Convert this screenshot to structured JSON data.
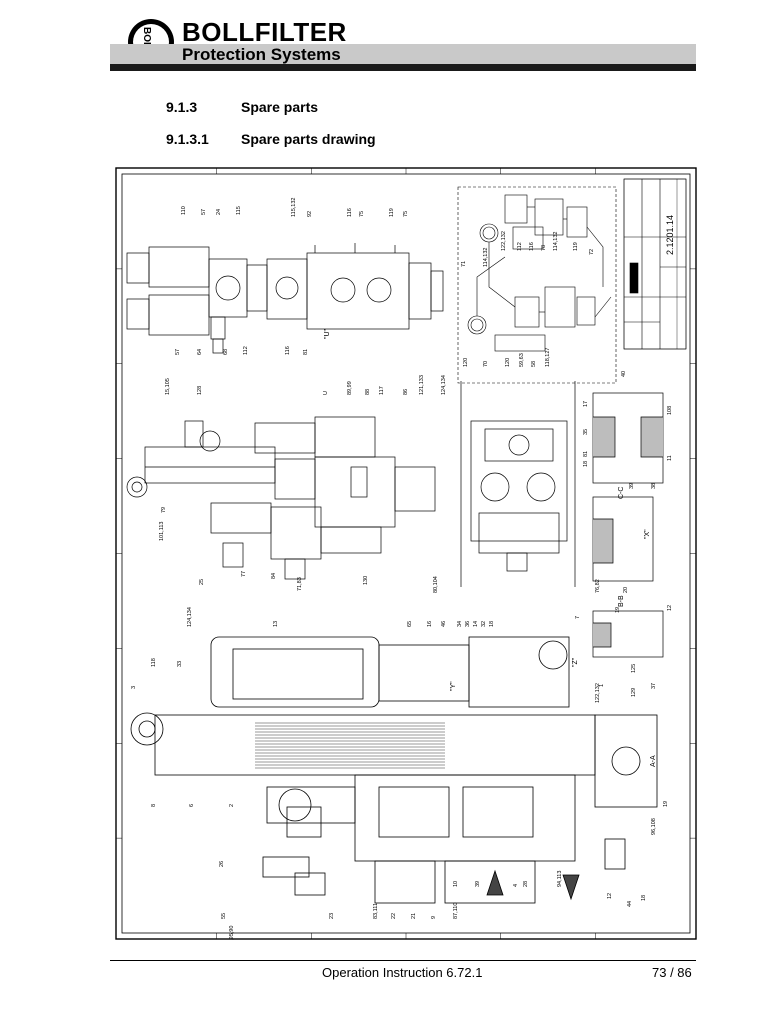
{
  "header": {
    "logo_monogram": "BOLL",
    "brand": "BOLLFILTER",
    "tagline": "Protection Systems"
  },
  "sections": [
    {
      "number": "9.1.3",
      "title": "Spare parts"
    },
    {
      "number": "9.1.3.1",
      "title": "Spare parts drawing"
    }
  ],
  "drawing": {
    "drawing_number": "2.1201.14",
    "section_labels": [
      "A-A",
      "B-B",
      "C-C",
      "\"U\"",
      "\"X\"",
      "\"Y\"",
      "\"Z\""
    ],
    "callouts": [
      "110",
      "57",
      "24",
      "115",
      "115,132",
      "92",
      "116",
      "75",
      "119",
      "75",
      "57",
      "64",
      "68",
      "112",
      "116",
      "81",
      "15,105",
      "128",
      "U",
      "89,99",
      "88",
      "117",
      "86",
      "121,133",
      "124,134",
      "79",
      "101,113",
      "25",
      "77",
      "84",
      "71,83",
      "130",
      "80,104",
      "40",
      "17",
      "35",
      "81",
      "18",
      "108",
      "11",
      "39",
      "38",
      "76,82",
      "20",
      "12",
      "19",
      "124,134",
      "13",
      "65",
      "16",
      "46",
      "34",
      "36",
      "14",
      "32",
      "18",
      "7",
      "118",
      "33",
      "3",
      "8",
      "6",
      "2",
      "1",
      "37",
      "19",
      "96,108",
      "26",
      "55",
      "93,95,90",
      "23",
      "83,111",
      "22",
      "21",
      "9",
      "87,110",
      "10",
      "39",
      "4",
      "28",
      "94,113",
      "12",
      "44",
      "18",
      "122,132",
      "125",
      "129",
      "71",
      "114,132",
      "122,132",
      "112",
      "116",
      "78",
      "114,132",
      "119",
      "72",
      "120",
      "70",
      "120",
      "59,63",
      "58",
      "118,127"
    ]
  },
  "footer": {
    "document": "Operation Instruction 6.72.1",
    "page": "73 / 86"
  }
}
